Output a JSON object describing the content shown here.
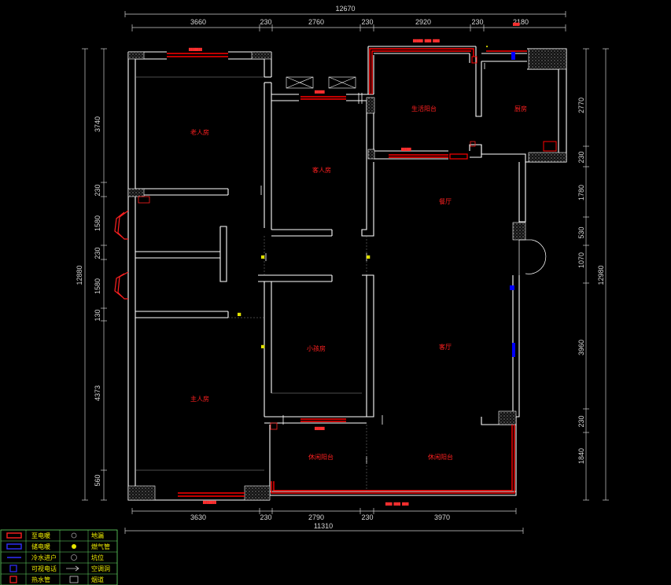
{
  "dimensions": {
    "top_total": "12670",
    "top_segments": [
      "3660",
      "230",
      "2760",
      "230",
      "2920",
      "230",
      "2180"
    ],
    "bottom_segments": [
      "3630",
      "230",
      "2790",
      "230",
      "3970"
    ],
    "bottom_total": "11310",
    "left_total": "12880",
    "left_segments": [
      "3740",
      "230",
      "1580",
      "230",
      "1580",
      "130",
      "4373",
      "560"
    ],
    "right_total": "12980",
    "right_segments": [
      "2770",
      "230",
      "1780",
      "530",
      "1070",
      "3960",
      "230",
      "1840"
    ]
  },
  "rooms": {
    "elder_room": "老人房",
    "guest_room": "客人房",
    "dining_balcony": "生活阳台",
    "kitchen": "厨房",
    "dining_hall": "餐厅",
    "kids_room": "小孩房",
    "living_room": "客厅",
    "master_room": "主人房",
    "leisure_balcony_left": "休闲阳台",
    "leisure_balcony_right": "休闲阳台"
  },
  "legend": [
    {
      "symbol": "red-heating",
      "label": "至电暖",
      "symbol2": "drain",
      "label2": "地漏"
    },
    {
      "symbol": "blue-heating",
      "label": "储电暖",
      "symbol2": "gas",
      "label2": "燃气管"
    },
    {
      "symbol": "cold-water",
      "label": "冷水进户",
      "symbol2": "point",
      "label2": "坑位"
    },
    {
      "symbol": "panel",
      "label": "可视电话",
      "symbol2": "ac-hole",
      "label2": "空调洞"
    },
    {
      "symbol": "water-pipe",
      "label": "热水管",
      "symbol2": "flue",
      "label2": "烟道"
    }
  ],
  "colors": {
    "background": "#000000",
    "wall": "#ffffff",
    "heating_red": "#ff0000",
    "dimension_line": "#cfcfcf",
    "blue": "#0000ff",
    "legend_text": "#f0f000"
  }
}
